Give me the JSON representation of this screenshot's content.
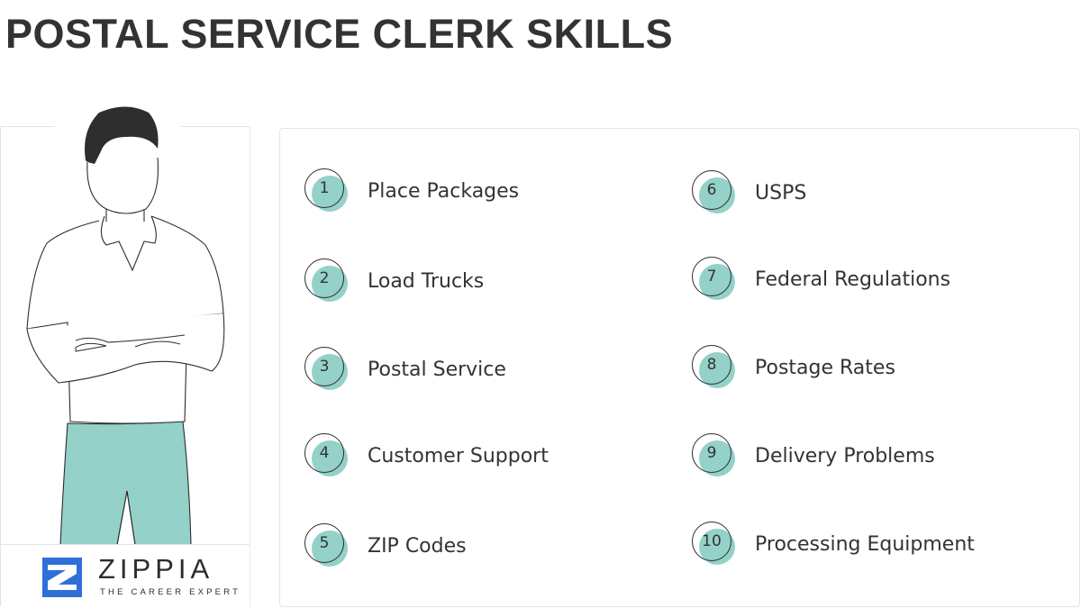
{
  "title": "POSTAL SERVICE CLERK SKILLS",
  "brand": {
    "name": "ZIPPIA",
    "tagline": "THE CAREER EXPERT",
    "logo_color": "#2f6fd8"
  },
  "colors": {
    "accent_teal": "#93d1c9",
    "text": "#333333",
    "border": "#e3e3e3"
  },
  "skills": [
    {
      "num": "1",
      "label": "Place Packages"
    },
    {
      "num": "2",
      "label": "Load Trucks"
    },
    {
      "num": "3",
      "label": "Postal Service"
    },
    {
      "num": "4",
      "label": "Customer Support"
    },
    {
      "num": "5",
      "label": "ZIP Codes"
    },
    {
      "num": "6",
      "label": "USPS"
    },
    {
      "num": "7",
      "label": "Federal Regulations"
    },
    {
      "num": "8",
      "label": "Postage Rates"
    },
    {
      "num": "9",
      "label": "Delivery Problems"
    },
    {
      "num": "10",
      "label": "Processing Equipment"
    }
  ]
}
